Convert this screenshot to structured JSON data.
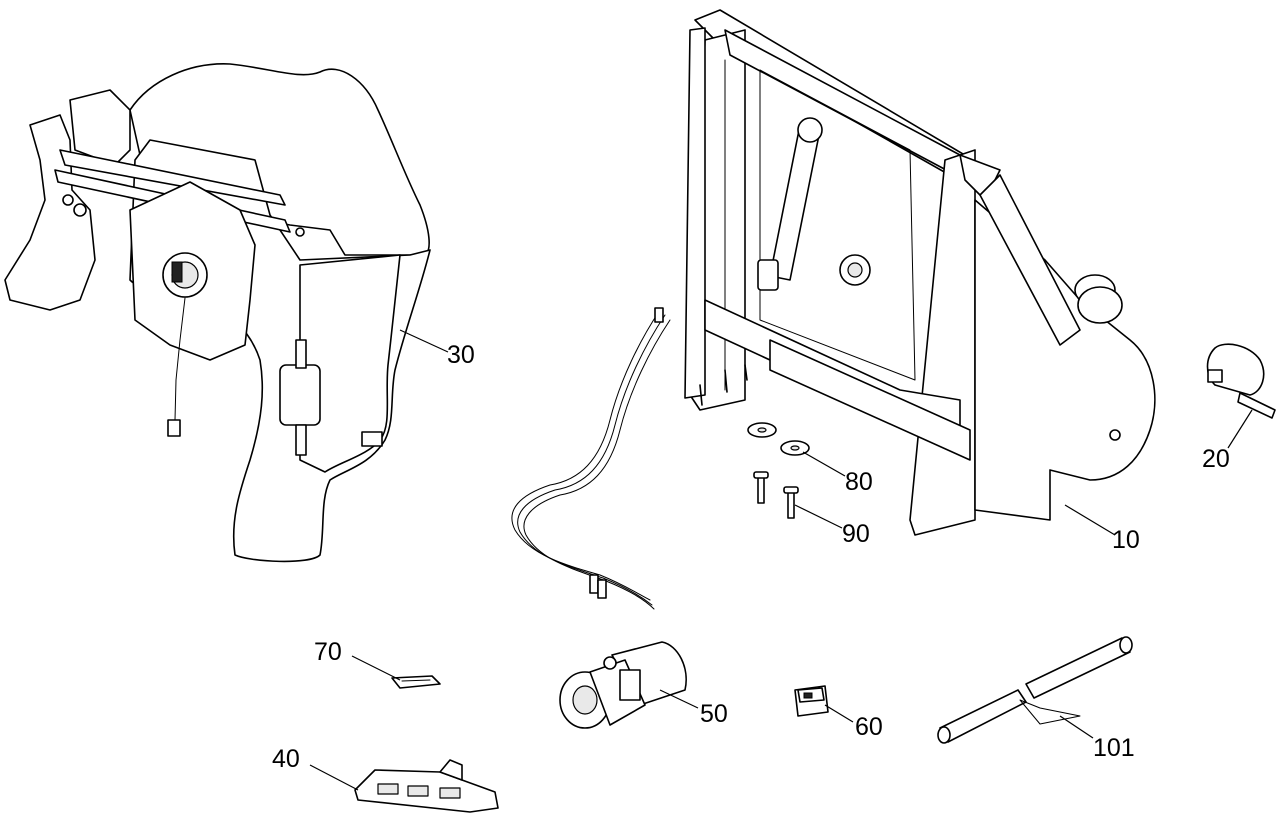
{
  "callouts": {
    "c10": "10",
    "c20": "20",
    "c30": "30",
    "c40": "40",
    "c50": "50",
    "c60": "60",
    "c70": "70",
    "c80": "80",
    "c90": "90",
    "c101": "101"
  }
}
